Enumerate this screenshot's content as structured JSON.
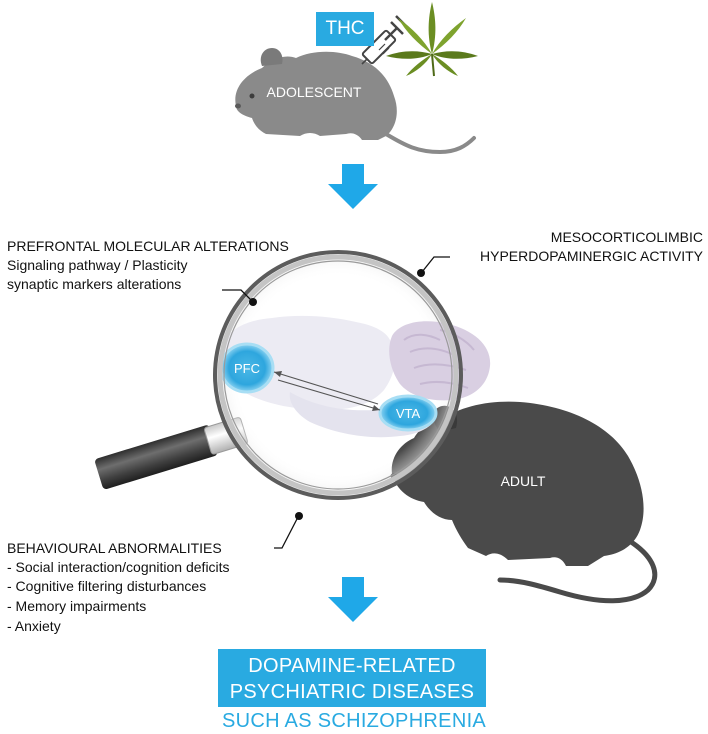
{
  "treatment_label": "THC",
  "adolescent_label": "ADOLESCENT",
  "adult_label": "ADULT",
  "brain": {
    "pfc_label": "PFC",
    "vta_label": "VTA"
  },
  "prefrontal": {
    "title": "PREFRONTAL MOLECULAR ALTERATIONS",
    "lines": [
      "Signaling pathway / Plasticity",
      "synaptic markers alterations"
    ]
  },
  "mesocorticolimbic": {
    "lines": [
      "MESOCORTICOLIMBIC",
      "HYPERDOPAMINERGIC ACTIVITY"
    ]
  },
  "behavioural": {
    "title": "BEHAVIOURAL ABNORMALITIES",
    "items": [
      "- Social interaction/cognition deficits",
      "- Cognitive filtering disturbances",
      "- Memory impairments",
      "- Anxiety"
    ]
  },
  "outcome": {
    "lines": [
      "DOPAMINE-RELATED",
      "PSYCHIATRIC DISEASES"
    ],
    "subtitle": "SUCH AS SCHIZOPHRENIA"
  },
  "colors": {
    "accent": "#29aae1",
    "arrow": "#1fa8e8",
    "rat_gray": "#8a8a8a",
    "rat_dark": "#4a4a4a"
  }
}
